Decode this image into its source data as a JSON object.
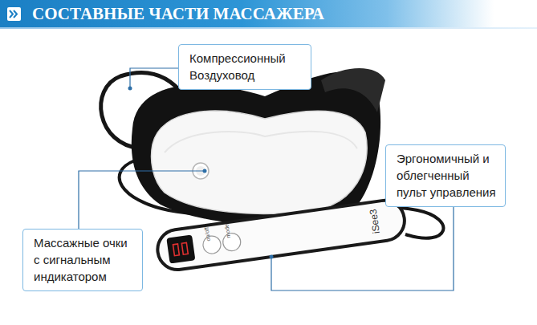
{
  "diagram": {
    "title": "СОСТАВНЫЕ ЧАСТИ МАССАЖЕРА",
    "nodes": [
      {
        "text": [
          "Компрессионный Воздуховод"
        ]
      },
      {
        "text": [
          "Эргономичный и облегченный пульт управления"
        ]
      },
      {
        "text": [
          "Массажные очки с сигнальным индикатором"
        ]
      }
    ],
    "labels": [
      "on/off",
      "mode",
      "iSee3"
    ]
  }
}
